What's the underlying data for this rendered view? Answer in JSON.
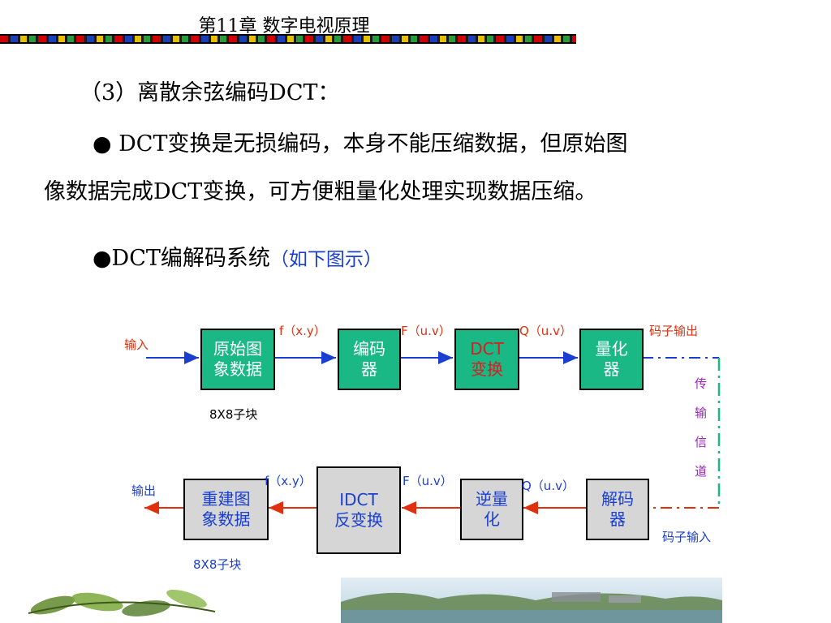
{
  "header": {
    "title": "第11章  数字电视原理"
  },
  "section": {
    "heading": "（3）离散余弦编码DCT：",
    "bullet1_line1": "● DCT变换是无损编码，本身不能压缩数据，但原始图",
    "bullet1_line2": "像数据完成DCT变换，可方便粗量化处理实现数据压缩。",
    "bullet2": "●DCT编解码系统",
    "bullet2_hint": "（如下图示）"
  },
  "diagram": {
    "encoder": {
      "input_label": "输入",
      "box1": "原始图\n象数据",
      "box2": "编码\n器",
      "box3": "DCT\n变换",
      "box4": "量化\n器",
      "sig1": "f（x.y）",
      "sig2": "F（u.v）",
      "sig3": "Q（u.v）",
      "output_label": "码子输出",
      "block_note": "8X8子块"
    },
    "channel": {
      "chars": [
        "传",
        "输",
        "信",
        "道"
      ]
    },
    "decoder": {
      "input_label": "码子输入",
      "box1": "解码\n器",
      "box2": "逆量\n化",
      "box3": "IDCT\n反变换",
      "box4": "重建图\n象数据",
      "sig1": "Q（u.v）",
      "sig2": "F（u.v）",
      "sig3": "f（x.y）",
      "output_label": "输出",
      "block_note": "8X8子块"
    },
    "colors": {
      "encoder_arrow": "#1a3fd0",
      "decoder_arrow": "#e03010",
      "channel": "#19b885",
      "box_green": "#19b885",
      "box_gray": "#d6d6d6"
    }
  }
}
